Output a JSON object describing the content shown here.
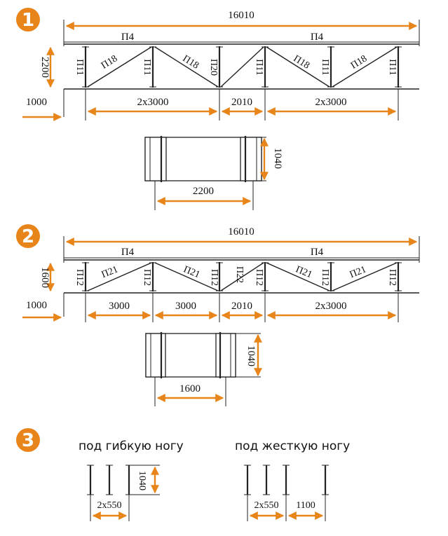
{
  "accent_color": "#e8851a",
  "badges": [
    "1",
    "2",
    "3"
  ],
  "truss1": {
    "total_span": "16010",
    "top_left": "П4",
    "top_right": "П4",
    "height": "2200",
    "support": "1000",
    "bottom": [
      "2х3000",
      "2010",
      "2х3000"
    ],
    "members": {
      "post": "П11",
      "brace": "П18",
      "mid_brace": "П20"
    },
    "section_height": "1040",
    "section_width": "2200"
  },
  "truss2": {
    "total_span": "16010",
    "top_left": "П4",
    "top_right": "П4",
    "height": "1600",
    "support": "1000",
    "bottom": [
      "3000",
      "3000",
      "2010",
      "2х3000"
    ],
    "members": {
      "post": "П12",
      "brace": "П21",
      "mid_brace": "П22"
    },
    "section_height": "1040",
    "section_width": "1600"
  },
  "legs": {
    "flexible": {
      "caption": "под гибкую ногу",
      "height": "1040",
      "width": "2х550"
    },
    "rigid": {
      "caption": "под жесткую ногу",
      "width_a": "2х550",
      "width_b": "1100"
    }
  }
}
